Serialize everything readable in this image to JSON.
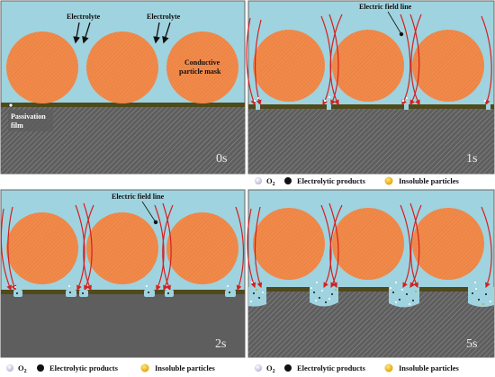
{
  "panel1": {
    "label_electrolyte_left": "Electrolyte",
    "label_electrolyte_right": "Electrolyte",
    "label_mask_line1": "Conductive",
    "label_mask_line2": "particle mask",
    "label_passivation_line1": "Passivation",
    "label_passivation_line2": "film",
    "time": "0s"
  },
  "panel2": {
    "label_field_line": "Electric field line",
    "time": "1s"
  },
  "panel3": {
    "label_field_line": "Electric field line",
    "time": "2s"
  },
  "panel4": {
    "time": "5s"
  },
  "legend": {
    "o2": "O",
    "o2_sub": "2",
    "electrolytic": "Electrolytic products",
    "insoluble": "Insoluble particles"
  },
  "colors": {
    "electrolyte": "#9fd3df",
    "particle": "#f08a4b",
    "film": "#4f4a1c",
    "substrate": "#5a5a5a",
    "field_line": "#d42020"
  }
}
